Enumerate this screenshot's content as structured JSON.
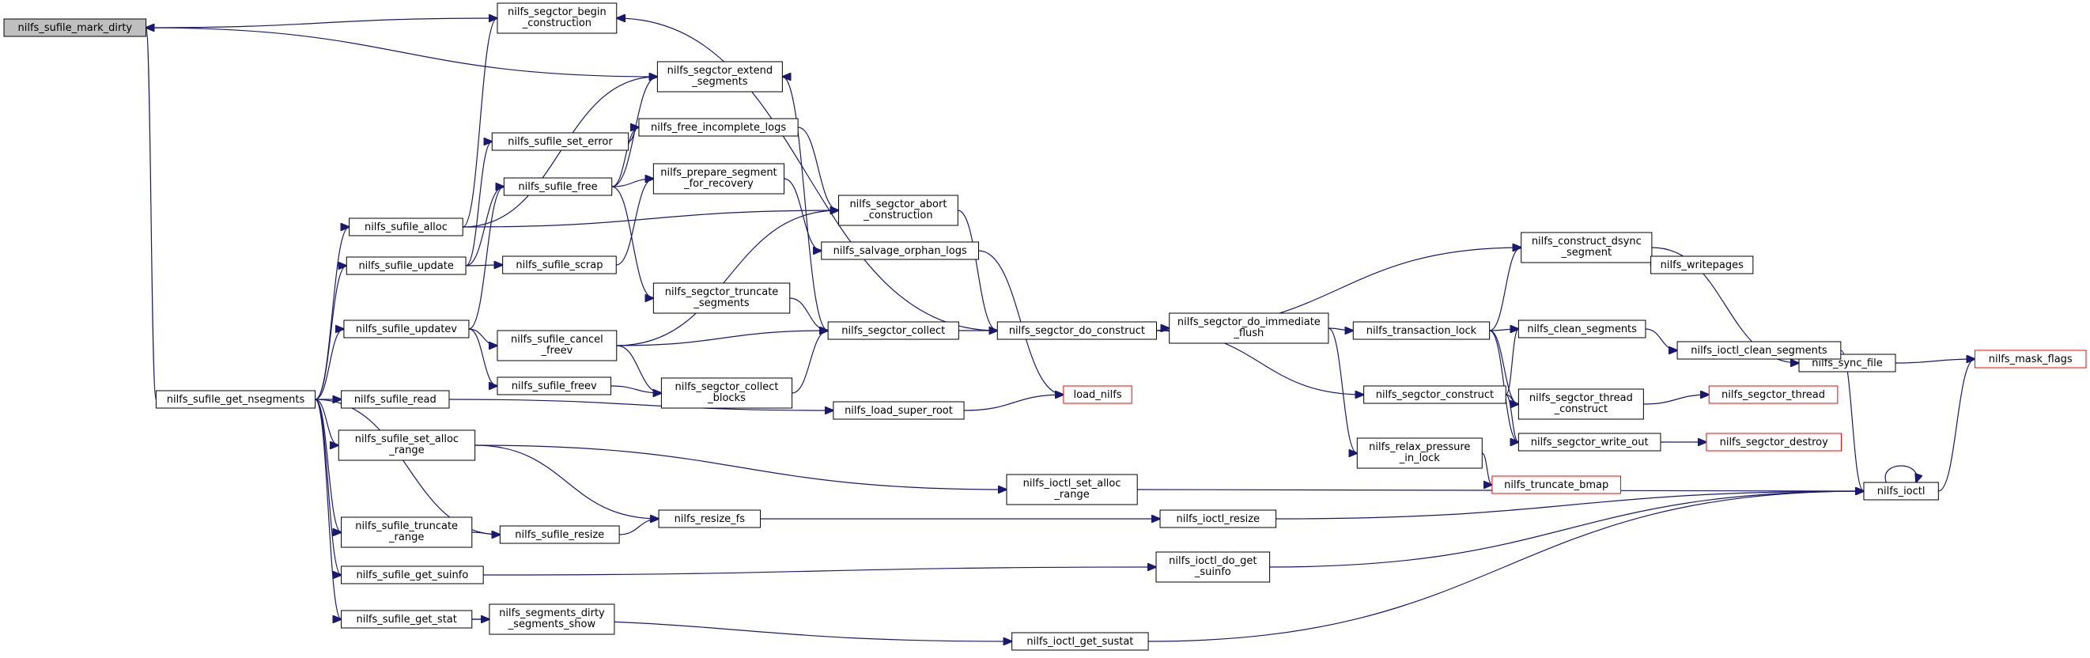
{
  "graph": {
    "edge_color": "#191970",
    "highlight_fill": "#bfbfbf",
    "truncated_border_color": "#ff0000",
    "nodes": [
      {
        "id": "mark_dirty",
        "lines": [
          "nilfs_sufile_mark_dirty"
        ],
        "highlight": true
      },
      {
        "id": "begin_construction",
        "lines": [
          "nilfs_segctor_begin",
          "_construction"
        ]
      },
      {
        "id": "extend_segments",
        "lines": [
          "nilfs_segctor_extend",
          "_segments"
        ]
      },
      {
        "id": "set_error",
        "lines": [
          "nilfs_sufile_set_error"
        ]
      },
      {
        "id": "free_incomplete_logs",
        "lines": [
          "nilfs_free_incomplete_logs"
        ]
      },
      {
        "id": "sufile_free",
        "lines": [
          "nilfs_sufile_free"
        ]
      },
      {
        "id": "prepare_segment",
        "lines": [
          "nilfs_prepare_segment",
          "_for_recovery"
        ]
      },
      {
        "id": "abort_construction",
        "lines": [
          "nilfs_segctor_abort",
          "_construction"
        ]
      },
      {
        "id": "sufile_alloc",
        "lines": [
          "nilfs_sufile_alloc"
        ]
      },
      {
        "id": "salvage_orphan_logs",
        "lines": [
          "nilfs_salvage_orphan_logs"
        ]
      },
      {
        "id": "sufile_update",
        "lines": [
          "nilfs_sufile_update"
        ]
      },
      {
        "id": "sufile_scrap",
        "lines": [
          "nilfs_sufile_scrap"
        ]
      },
      {
        "id": "truncate_segments",
        "lines": [
          "nilfs_segctor_truncate",
          "_segments"
        ]
      },
      {
        "id": "segctor_collect",
        "lines": [
          "nilfs_segctor_collect"
        ]
      },
      {
        "id": "do_construct",
        "lines": [
          "nilfs_segctor_do_construct"
        ]
      },
      {
        "id": "do_immediate_flush",
        "lines": [
          "nilfs_segctor_do_immediate",
          "_flush"
        ]
      },
      {
        "id": "transaction_lock",
        "lines": [
          "nilfs_transaction_lock"
        ]
      },
      {
        "id": "construct_dsync",
        "lines": [
          "nilfs_construct_dsync",
          "_segment"
        ]
      },
      {
        "id": "writepages",
        "lines": [
          "nilfs_writepages"
        ]
      },
      {
        "id": "sync_file",
        "lines": [
          "nilfs_sync_file"
        ]
      },
      {
        "id": "sufile_updatev",
        "lines": [
          "nilfs_sufile_updatev"
        ]
      },
      {
        "id": "cancel_freev",
        "lines": [
          "nilfs_sufile_cancel",
          "_freev"
        ]
      },
      {
        "id": "clean_segments",
        "lines": [
          "nilfs_clean_segments"
        ]
      },
      {
        "id": "ioctl_clean_segments",
        "lines": [
          "nilfs_ioctl_clean_segments"
        ]
      },
      {
        "id": "segctor_construct",
        "lines": [
          "nilfs_segctor_construct"
        ]
      },
      {
        "id": "thread_construct",
        "lines": [
          "nilfs_segctor_thread",
          "_construct"
        ]
      },
      {
        "id": "segctor_thread",
        "lines": [
          "nilfs_segctor_thread"
        ],
        "truncated": true
      },
      {
        "id": "sufile_freev",
        "lines": [
          "nilfs_sufile_freev"
        ]
      },
      {
        "id": "collect_blocks",
        "lines": [
          "nilfs_segctor_collect",
          "_blocks"
        ]
      },
      {
        "id": "load_nilfs",
        "lines": [
          "load_nilfs"
        ],
        "truncated": true
      },
      {
        "id": "sufile_read",
        "lines": [
          "nilfs_sufile_read"
        ]
      },
      {
        "id": "get_nsegments",
        "lines": [
          "nilfs_sufile_get_nsegments"
        ]
      },
      {
        "id": "load_super_root",
        "lines": [
          "nilfs_load_super_root"
        ]
      },
      {
        "id": "write_out",
        "lines": [
          "nilfs_segctor_write_out"
        ]
      },
      {
        "id": "segctor_destroy",
        "lines": [
          "nilfs_segctor_destroy"
        ],
        "truncated": true
      },
      {
        "id": "mask_flags",
        "lines": [
          "nilfs_mask_flags"
        ],
        "truncated": true
      },
      {
        "id": "set_alloc_range",
        "lines": [
          "nilfs_sufile_set_alloc",
          "_range"
        ]
      },
      {
        "id": "relax_pressure",
        "lines": [
          "nilfs_relax_pressure",
          "_in_lock"
        ]
      },
      {
        "id": "truncate_bmap",
        "lines": [
          "nilfs_truncate_bmap"
        ],
        "truncated": true
      },
      {
        "id": "ioctl_set_alloc_range",
        "lines": [
          "nilfs_ioctl_set_alloc",
          "_range"
        ]
      },
      {
        "id": "ioctl",
        "lines": [
          "nilfs_ioctl"
        ]
      },
      {
        "id": "truncate_range",
        "lines": [
          "nilfs_sufile_truncate",
          "_range"
        ]
      },
      {
        "id": "resize_fs",
        "lines": [
          "nilfs_resize_fs"
        ]
      },
      {
        "id": "ioctl_resize",
        "lines": [
          "nilfs_ioctl_resize"
        ]
      },
      {
        "id": "sufile_resize",
        "lines": [
          "nilfs_sufile_resize"
        ]
      },
      {
        "id": "get_suinfo",
        "lines": [
          "nilfs_sufile_get_suinfo"
        ]
      },
      {
        "id": "ioctl_do_get_suinfo",
        "lines": [
          "nilfs_ioctl_do_get",
          "_suinfo"
        ]
      },
      {
        "id": "get_stat",
        "lines": [
          "nilfs_sufile_get_stat"
        ]
      },
      {
        "id": "dirty_segments_show",
        "lines": [
          "nilfs_segments_dirty",
          "_segments_show"
        ]
      },
      {
        "id": "ioctl_get_sustat",
        "lines": [
          "nilfs_ioctl_get_sustat"
        ]
      }
    ],
    "edges": [
      [
        "begin_construction",
        "mark_dirty"
      ],
      [
        "extend_segments",
        "mark_dirty"
      ],
      [
        "get_nsegments",
        "mark_dirty"
      ],
      [
        "do_construct",
        "begin_construction"
      ],
      [
        "sufile_alloc",
        "begin_construction"
      ],
      [
        "segctor_collect",
        "extend_segments"
      ],
      [
        "sufile_alloc",
        "extend_segments"
      ],
      [
        "sufile_free",
        "extend_segments"
      ],
      [
        "sufile_free",
        "free_incomplete_logs"
      ],
      [
        "sufile_free",
        "prepare_segment"
      ],
      [
        "sufile_free",
        "truncate_segments"
      ],
      [
        "set_error",
        "free_incomplete_logs"
      ],
      [
        "free_incomplete_logs",
        "abort_construction"
      ],
      [
        "prepare_segment",
        "salvage_orphan_logs"
      ],
      [
        "sufile_scrap",
        "prepare_segment"
      ],
      [
        "cancel_freev",
        "abort_construction"
      ],
      [
        "abort_construction",
        "do_construct"
      ],
      [
        "sufile_alloc",
        "abort_construction"
      ],
      [
        "salvage_orphan_logs",
        "load_nilfs"
      ],
      [
        "truncate_segments",
        "segctor_collect"
      ],
      [
        "collect_blocks",
        "segctor_collect"
      ],
      [
        "segctor_collect",
        "do_construct"
      ],
      [
        "do_construct",
        "do_immediate_flush"
      ],
      [
        "do_construct",
        "segctor_construct"
      ],
      [
        "do_construct",
        "construct_dsync"
      ],
      [
        "do_immediate_flush",
        "transaction_lock"
      ],
      [
        "do_immediate_flush",
        "relax_pressure"
      ],
      [
        "transaction_lock",
        "construct_dsync"
      ],
      [
        "transaction_lock",
        "clean_segments"
      ],
      [
        "transaction_lock",
        "thread_construct"
      ],
      [
        "transaction_lock",
        "write_out"
      ],
      [
        "construct_dsync",
        "writepages"
      ],
      [
        "construct_dsync",
        "sync_file"
      ],
      [
        "segctor_construct",
        "clean_segments"
      ],
      [
        "segctor_construct",
        "thread_construct"
      ],
      [
        "segctor_construct",
        "write_out"
      ],
      [
        "clean_segments",
        "ioctl_clean_segments"
      ],
      [
        "thread_construct",
        "segctor_thread"
      ],
      [
        "write_out",
        "segctor_destroy"
      ],
      [
        "ioctl_clean_segments",
        "ioctl"
      ],
      [
        "sync_file",
        "mask_flags"
      ],
      [
        "ioctl",
        "mask_flags"
      ],
      [
        "ioctl",
        "ioctl"
      ],
      [
        "relax_pressure",
        "truncate_bmap"
      ],
      [
        "sufile_update",
        "set_error"
      ],
      [
        "sufile_update",
        "sufile_free"
      ],
      [
        "sufile_update",
        "sufile_scrap"
      ],
      [
        "sufile_updatev",
        "sufile_free"
      ],
      [
        "sufile_updatev",
        "cancel_freev"
      ],
      [
        "sufile_updatev",
        "sufile_freev"
      ],
      [
        "cancel_freev",
        "segctor_collect"
      ],
      [
        "cancel_freev",
        "collect_blocks"
      ],
      [
        "sufile_freev",
        "collect_blocks"
      ],
      [
        "sufile_read",
        "load_super_root"
      ],
      [
        "load_super_root",
        "load_nilfs"
      ],
      [
        "set_alloc_range",
        "ioctl_set_alloc_range"
      ],
      [
        "set_alloc_range",
        "resize_fs"
      ],
      [
        "ioctl_set_alloc_range",
        "ioctl"
      ],
      [
        "truncate_range",
        "sufile_resize"
      ],
      [
        "sufile_resize",
        "resize_fs"
      ],
      [
        "resize_fs",
        "ioctl_resize"
      ],
      [
        "ioctl_resize",
        "ioctl"
      ],
      [
        "get_suinfo",
        "ioctl_do_get_suinfo"
      ],
      [
        "ioctl_do_get_suinfo",
        "ioctl"
      ],
      [
        "get_stat",
        "dirty_segments_show"
      ],
      [
        "get_stat",
        "ioctl_get_sustat"
      ],
      [
        "ioctl_get_sustat",
        "ioctl"
      ],
      [
        "get_nsegments",
        "sufile_alloc"
      ],
      [
        "get_nsegments",
        "sufile_update"
      ],
      [
        "get_nsegments",
        "sufile_updatev"
      ],
      [
        "get_nsegments",
        "sufile_read"
      ],
      [
        "get_nsegments",
        "set_alloc_range"
      ],
      [
        "get_nsegments",
        "truncate_range"
      ],
      [
        "get_nsegments",
        "sufile_resize"
      ],
      [
        "get_nsegments",
        "get_suinfo"
      ],
      [
        "get_nsegments",
        "get_stat"
      ]
    ]
  }
}
